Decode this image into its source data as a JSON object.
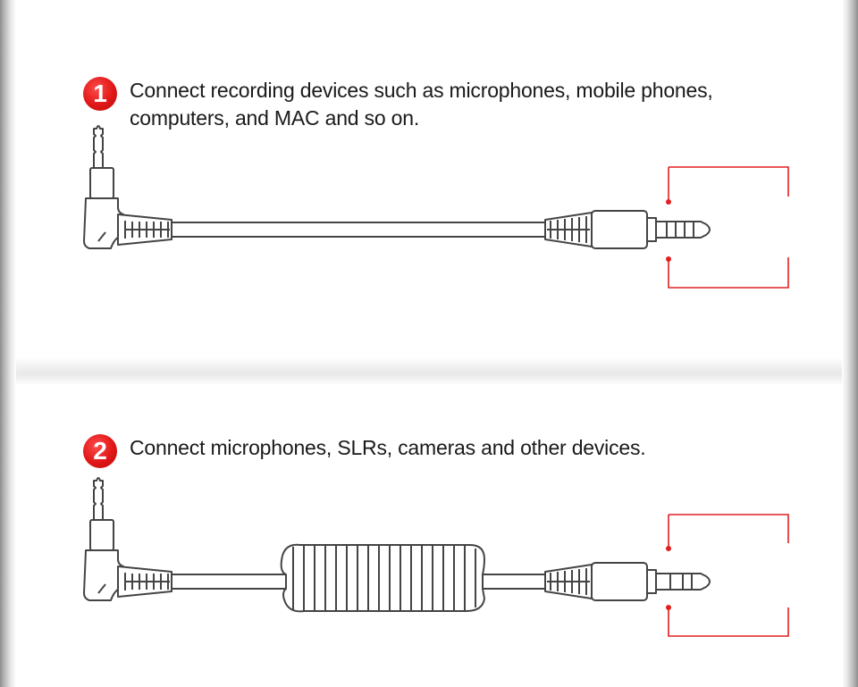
{
  "steps": [
    {
      "number": "1",
      "text": "Connect recording devices such as microphones, mobile phones, computers, and MAC and so on.",
      "cable": "straight"
    },
    {
      "number": "2",
      "text": "Connect microphones, SLRs, cameras and other devices.",
      "cable": "coiled"
    }
  ],
  "colors": {
    "accent": "#e01717",
    "outline": "#444444",
    "bracket": "#e02020"
  }
}
